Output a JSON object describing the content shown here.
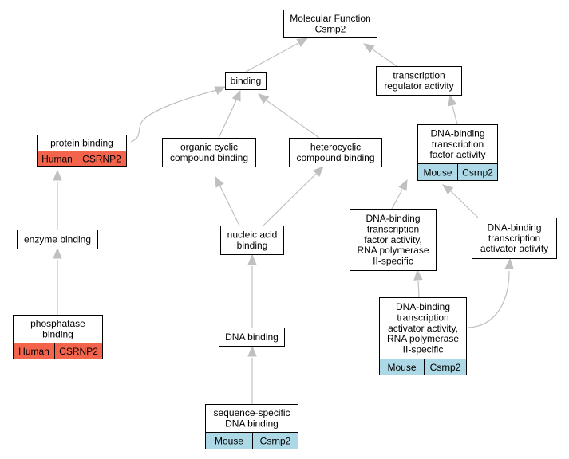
{
  "colors": {
    "human": "#f4634b",
    "mouse": "#add8e6",
    "edge": "#c0c0c0"
  },
  "nodes": {
    "mf": {
      "lines": [
        "Molecular Function",
        "Csrnp2"
      ]
    },
    "binding": {
      "lines": [
        "binding"
      ]
    },
    "tra": {
      "lines": [
        "transcription",
        "regulator activity"
      ]
    },
    "pb": {
      "lines": [
        "protein binding"
      ],
      "species": "Human",
      "gene": "CSRNP2"
    },
    "occb": {
      "lines": [
        "organic cyclic",
        "compound binding"
      ]
    },
    "hcb": {
      "lines": [
        "heterocyclic",
        "compound binding"
      ]
    },
    "dbtfa": {
      "lines": [
        "DNA-binding",
        "transcription",
        "factor activity"
      ],
      "species": "Mouse",
      "gene": "Csrnp2"
    },
    "eb": {
      "lines": [
        "enzyme binding"
      ]
    },
    "nab": {
      "lines": [
        "nucleic acid",
        "binding"
      ]
    },
    "dbtfa2": {
      "lines": [
        "DNA-binding",
        "transcription",
        "factor activity,",
        "RNA polymerase",
        "II-specific"
      ]
    },
    "dbtaa": {
      "lines": [
        "DNA-binding",
        "transcription",
        "activator activity"
      ]
    },
    "phb": {
      "lines": [
        "phosphatase",
        "binding"
      ],
      "species": "Human",
      "gene": "CSRNP2"
    },
    "dnab": {
      "lines": [
        "DNA binding"
      ]
    },
    "dbtaa2": {
      "lines": [
        "DNA-binding",
        "transcription",
        "activator activity,",
        "RNA polymerase",
        "II-specific"
      ],
      "species": "Mouse",
      "gene": "Csrnp2"
    },
    "ssdb": {
      "lines": [
        "sequence-specific",
        "DNA binding"
      ],
      "species": "Mouse",
      "gene": "Csrnp2"
    }
  }
}
